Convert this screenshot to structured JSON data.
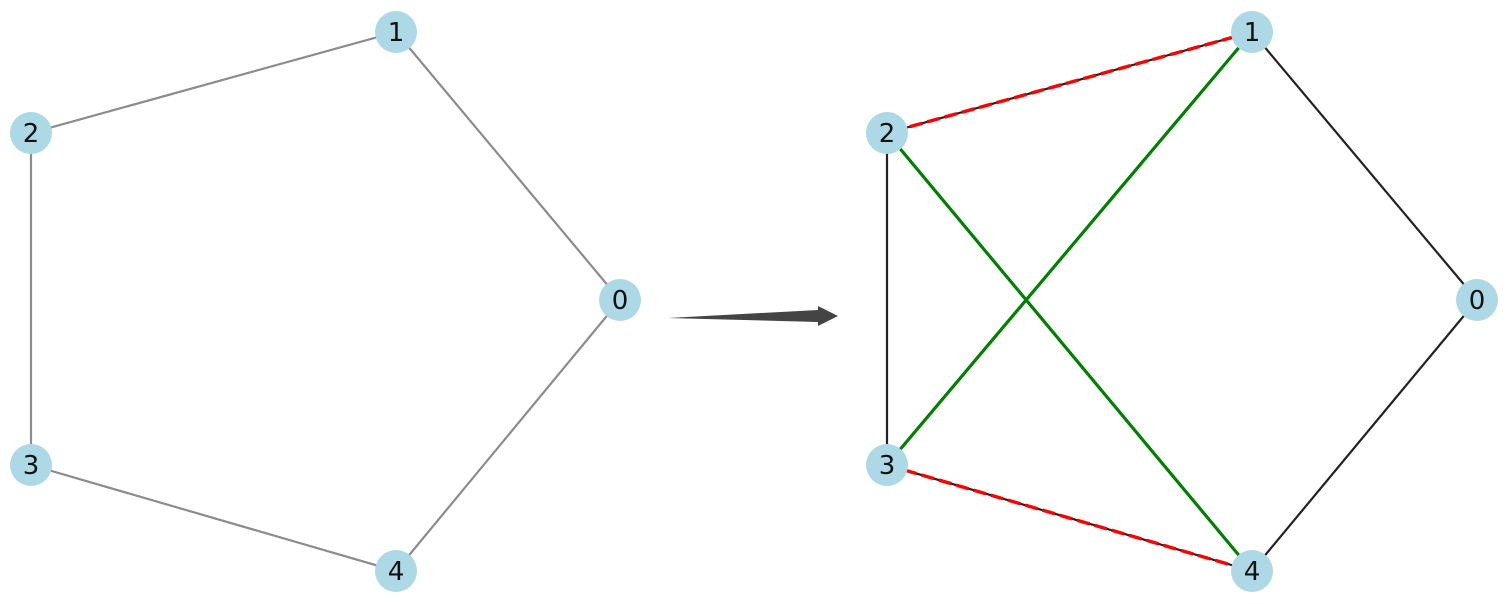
{
  "colors": {
    "node_fill": "#add8e6",
    "left_edge": "#8c8c8c",
    "right_edge": "#222222",
    "added_edge": "#008000",
    "removed_edge_dash": "#ff0000",
    "arrow": "#444444"
  },
  "left_graph": {
    "nodes": [
      {
        "id": "0",
        "label": "0"
      },
      {
        "id": "1",
        "label": "1"
      },
      {
        "id": "2",
        "label": "2"
      },
      {
        "id": "3",
        "label": "3"
      },
      {
        "id": "4",
        "label": "4"
      }
    ],
    "edges": [
      {
        "from": "0",
        "to": "1"
      },
      {
        "from": "1",
        "to": "2"
      },
      {
        "from": "2",
        "to": "3"
      },
      {
        "from": "3",
        "to": "4"
      },
      {
        "from": "4",
        "to": "0"
      }
    ]
  },
  "right_graph": {
    "nodes": [
      {
        "id": "0",
        "label": "0"
      },
      {
        "id": "1",
        "label": "1"
      },
      {
        "id": "2",
        "label": "2"
      },
      {
        "id": "3",
        "label": "3"
      },
      {
        "id": "4",
        "label": "4"
      }
    ],
    "edges": [
      {
        "from": "0",
        "to": "1",
        "style": "normal"
      },
      {
        "from": "1",
        "to": "2",
        "style": "removed"
      },
      {
        "from": "2",
        "to": "3",
        "style": "normal"
      },
      {
        "from": "3",
        "to": "4",
        "style": "removed"
      },
      {
        "from": "4",
        "to": "0",
        "style": "normal"
      },
      {
        "from": "1",
        "to": "3",
        "style": "added"
      },
      {
        "from": "2",
        "to": "4",
        "style": "added"
      }
    ]
  }
}
